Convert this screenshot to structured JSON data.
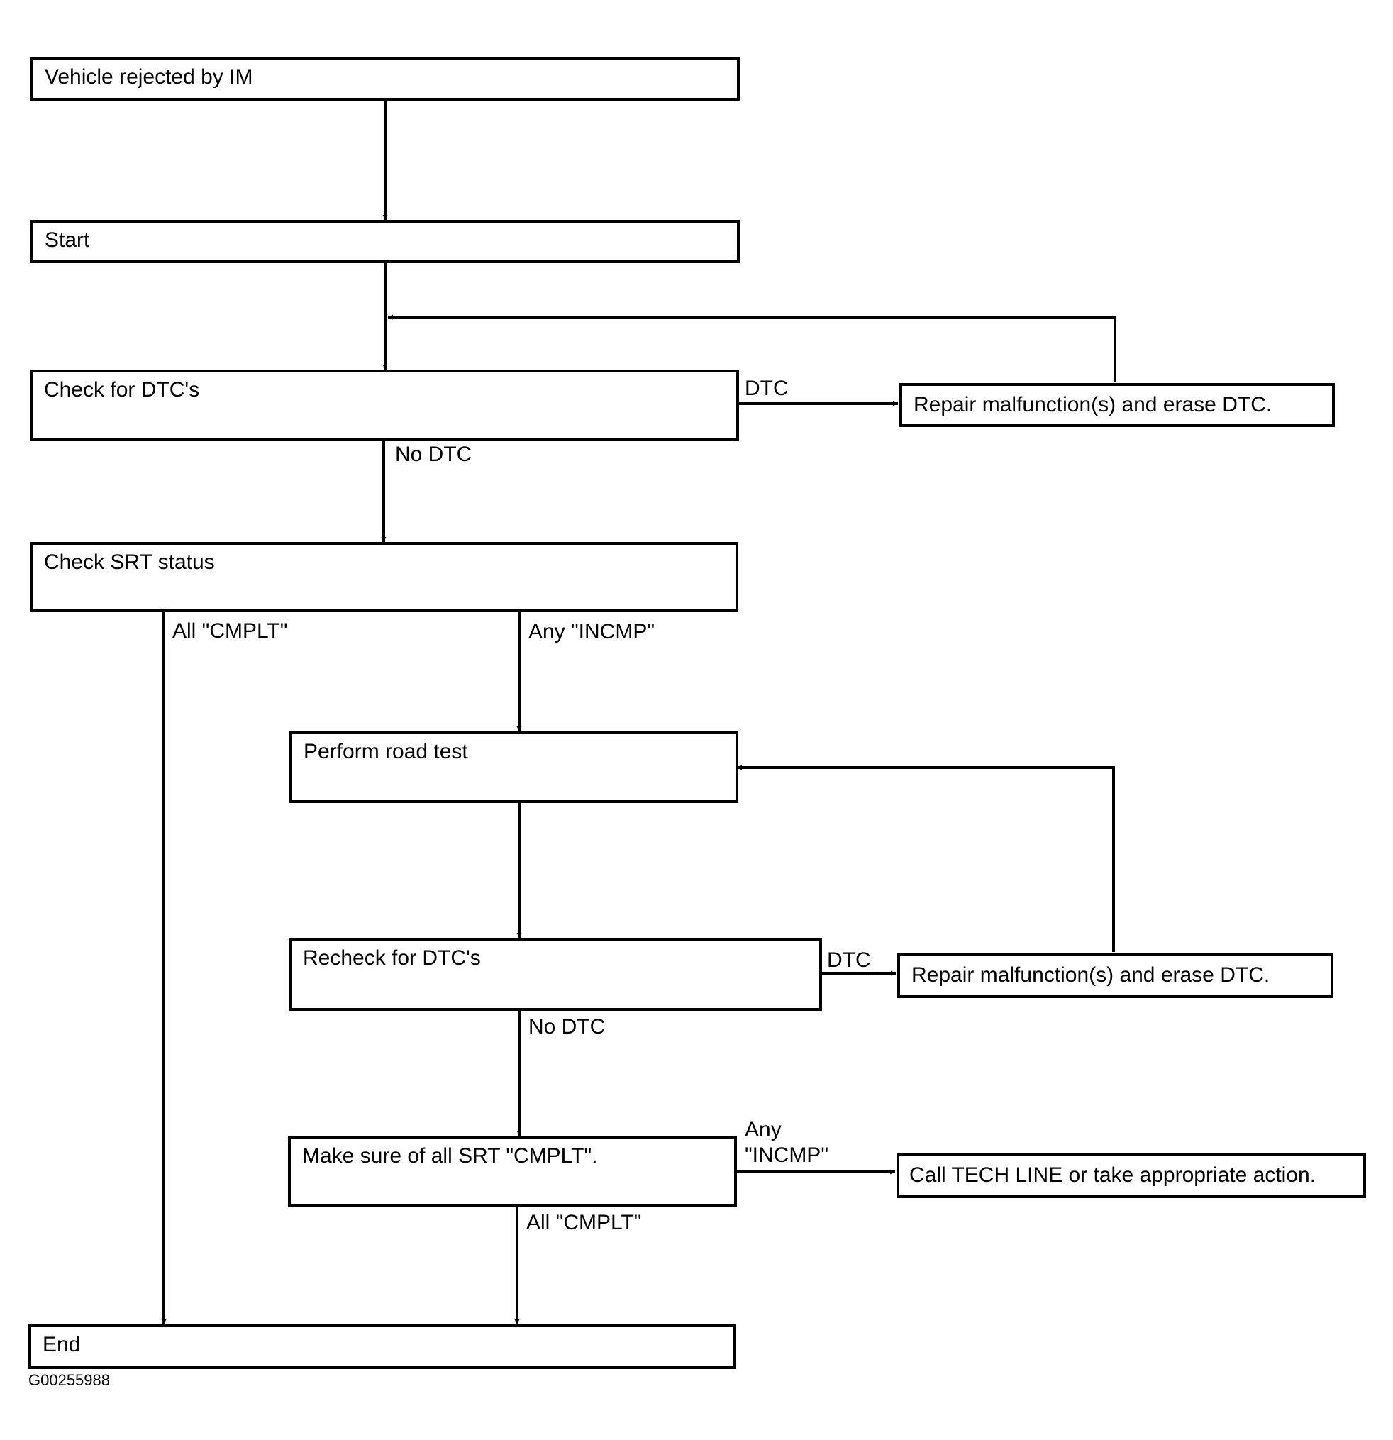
{
  "nodes": {
    "rejected": "Vehicle rejected by IM",
    "start": "Start",
    "check_dtc": "Check for DTC's",
    "repair1": "Repair malfunction(s) and erase DTC.",
    "check_srt": "Check SRT status",
    "road_test": "Perform road test",
    "recheck_dtc": "Recheck for DTC's",
    "repair2": "Repair malfunction(s) and erase DTC.",
    "make_sure": "Make sure of all SRT \"CMPLT\".",
    "call_tech": "Call TECH LINE or take appropriate action.",
    "end": "End"
  },
  "edges": {
    "dtc_1": "DTC",
    "no_dtc_1": "No DTC",
    "all_cmplt_1": "All \"CMPLT\"",
    "any_incmp_1": "Any \"INCMP\"",
    "dtc_2": "DTC",
    "no_dtc_2": "No DTC",
    "any_incmp_2_line1": "Any",
    "any_incmp_2_line2": "\"INCMP\"",
    "all_cmplt_2": "All \"CMPLT\""
  },
  "figure_id": "G00255988"
}
